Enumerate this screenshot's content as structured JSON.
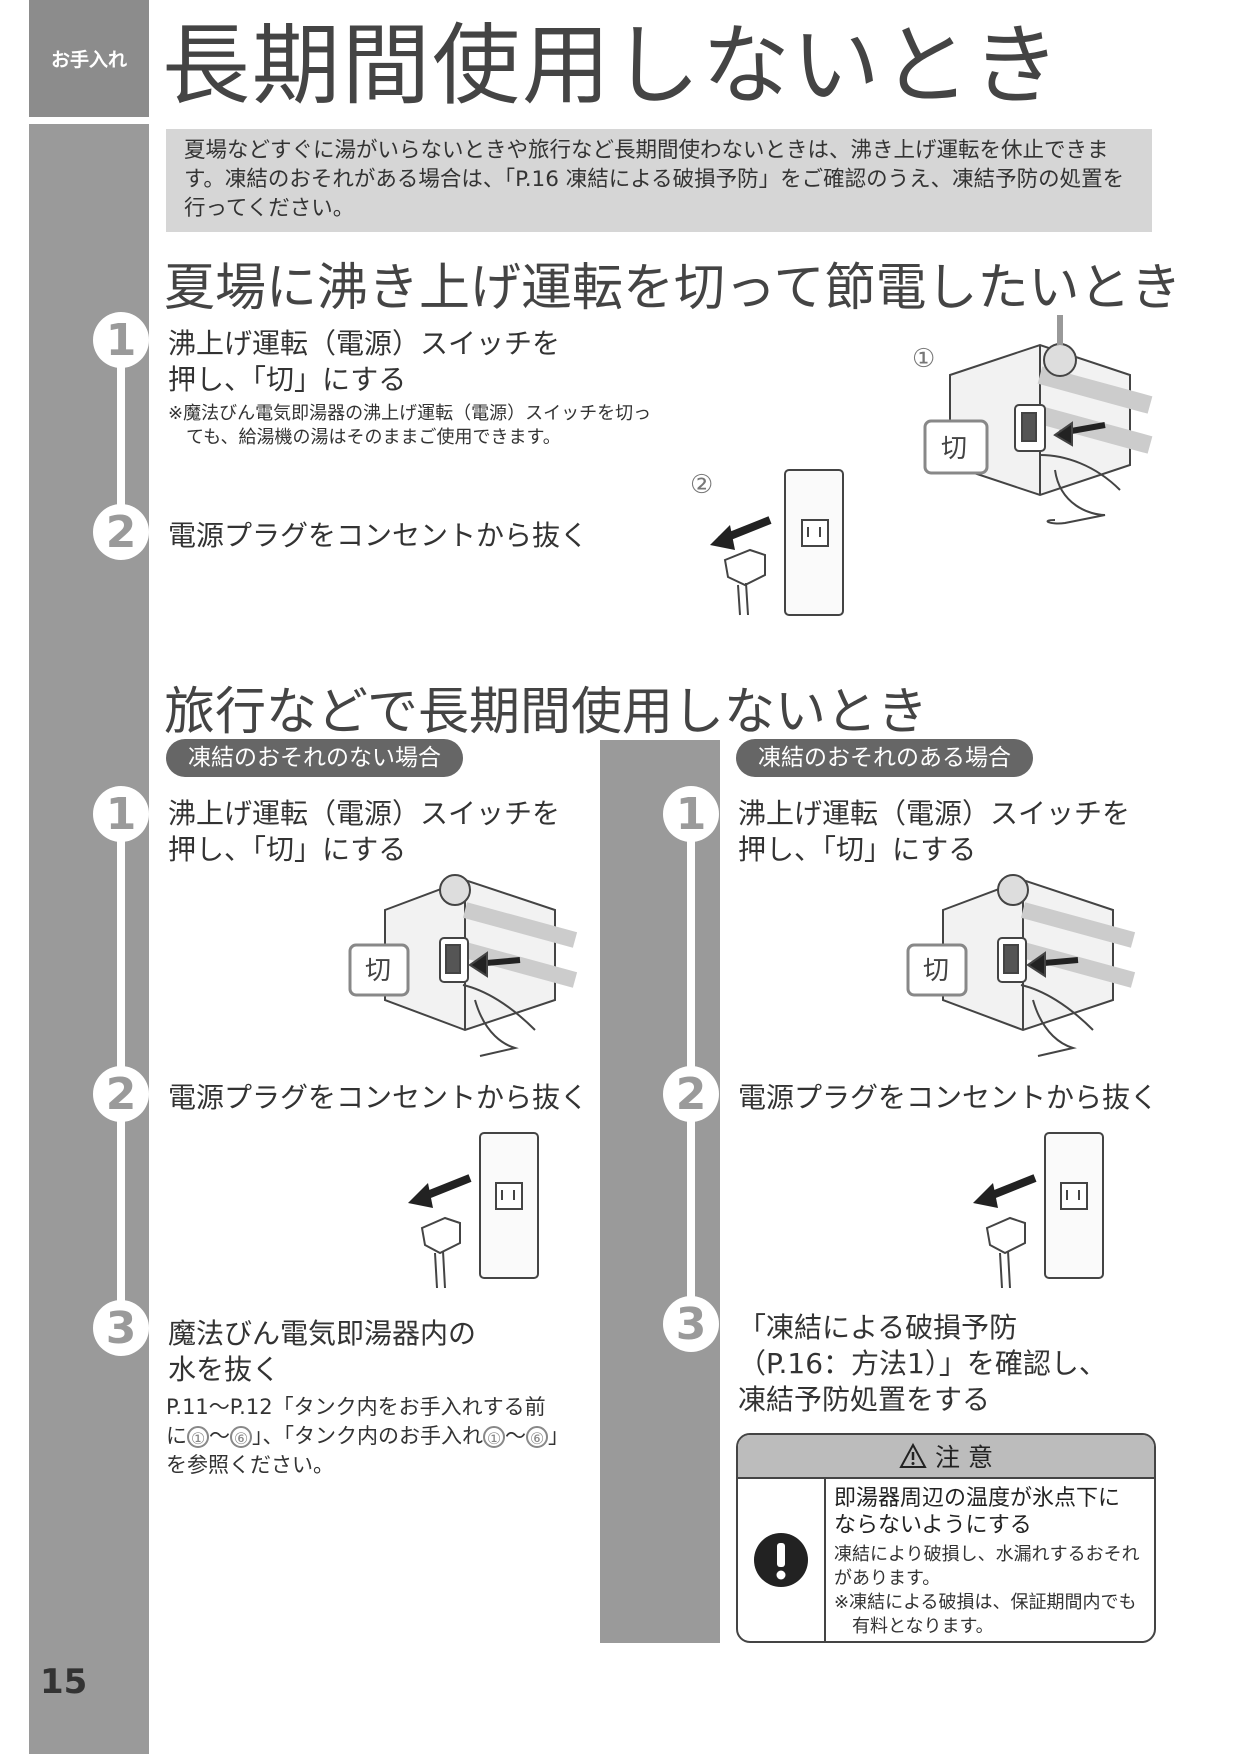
{
  "header": {
    "tag": "お手入れ",
    "title": "長期間使用しないとき",
    "page_number": "15"
  },
  "intro": "夏場などすぐに湯がいらないときや旅行など長期間使わないときは、沸き上げ運転を休止できます。凍結のおそれがある場合は、「P.16 凍結による破損予防」をご確認のうえ、凍結予防の処置を行ってください。",
  "summer": {
    "heading": "夏場に沸き上げ運転を切って節電したいとき",
    "steps": [
      {
        "num": "1",
        "title_l1": "沸上げ運転（電源）スイッチを",
        "title_l2": "押し、「切」にする",
        "note_l1": "※魔法びん電気即湯器の沸上げ運転（電源）スイッチを切っ",
        "note_l2": "ても、給湯機の湯はそのままご使用できます。"
      },
      {
        "num": "2",
        "title_l1": "電源プラグをコンセントから抜く"
      }
    ],
    "fig_labels": {
      "one": "①",
      "two": "②",
      "kiri": "切"
    }
  },
  "travel": {
    "heading": "旅行などで長期間使用しないとき",
    "left": {
      "pill": "凍結のおそれのない場合",
      "steps": [
        {
          "num": "1",
          "title_l1": "沸上げ運転（電源）スイッチを",
          "title_l2": "押し、「切」にする"
        },
        {
          "num": "2",
          "title_l1": "電源プラグをコンセントから抜く"
        },
        {
          "num": "3",
          "title_l1": "魔法びん電気即湯器内の",
          "title_l2": "水を抜く",
          "note_a": "P.11〜P.12「タンク内をお手入れする前",
          "note_b1": "に",
          "note_c1": "①",
          "note_b2": "〜",
          "note_c2": "⑥",
          "note_b3": "」、「タンク内のお手入れ",
          "note_c3": "①",
          "note_b4": "〜",
          "note_c4": "⑥",
          "note_b5": "」",
          "note_d": "を参照ください。"
        }
      ],
      "kiri": "切"
    },
    "right": {
      "pill": "凍結のおそれのある場合",
      "steps": [
        {
          "num": "1",
          "title_l1": "沸上げ運転（電源）スイッチを",
          "title_l2": "押し、「切」にする"
        },
        {
          "num": "2",
          "title_l1": "電源プラグをコンセントから抜く"
        },
        {
          "num": "3",
          "title_l1": "「凍結による破損予防",
          "title_l2": "（P.16：方法1）」を確認し、",
          "title_l3": "凍結予防処置をする"
        }
      ],
      "kiri": "切"
    }
  },
  "caution": {
    "head": "注 意",
    "title_l1": "即湯器周辺の温度が氷点下に",
    "title_l2": "ならないようにする",
    "text_l1": "凍結により破損し、水漏れするおそれ",
    "text_l2": "があります。",
    "text_l3": "※凍結による破損は、保証期間内でも",
    "text_l4": "有料となります。"
  }
}
